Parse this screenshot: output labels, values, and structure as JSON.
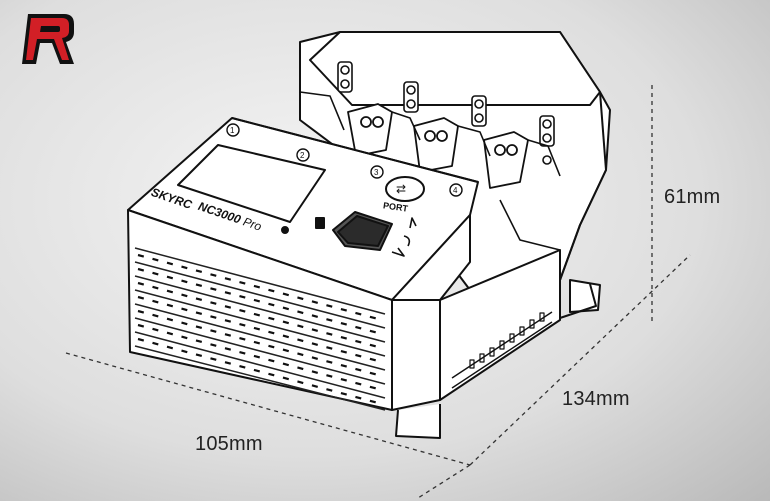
{
  "dimensions": {
    "height": "61mm",
    "depth": "134mm",
    "width": "105mm"
  },
  "device": {
    "brand": "SKYRC",
    "model": "NC3000",
    "model_suffix": "Pro",
    "port_label": "PORT",
    "slot_numbers": [
      "1",
      "2",
      "3",
      "4"
    ]
  },
  "colors": {
    "outline": "#111111",
    "body": "#ffffff",
    "background": "#d8d8d8",
    "logo_red": "#d21f26"
  },
  "icons": [
    "logo-r-icon",
    "port-arrow-icon",
    "rotate-arrows-icon"
  ]
}
